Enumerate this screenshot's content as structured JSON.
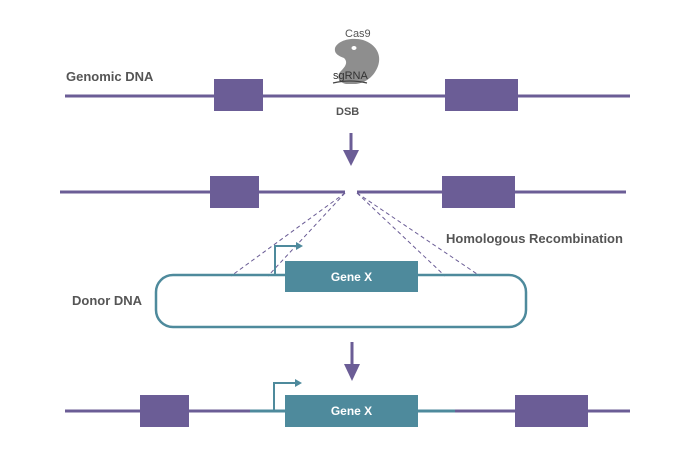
{
  "labels": {
    "genomic_dna": "Genomic DNA",
    "cas9": "Cas9",
    "sgrna": "sgRNA",
    "dsb": "DSB",
    "homologous_recombination": "Homologous Recombination",
    "donor_dna": "Donor DNA",
    "gene_x_donor": "Gene X",
    "gene_x_result": "Gene X"
  },
  "colors": {
    "dna_strand": "#6b5d96",
    "exon": "#6b5d96",
    "gene": "#4e8a9c",
    "donor_outline": "#4e8a9c",
    "cas9": "#8e8e8e",
    "arrow": "#6b5d96",
    "text": "#555555"
  }
}
